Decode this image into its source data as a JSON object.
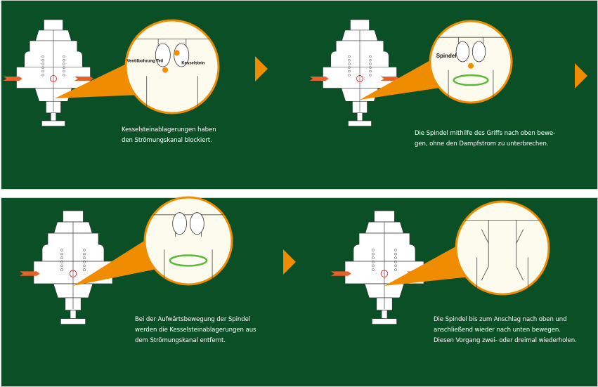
{
  "colors": {
    "background": "#0b4f27",
    "accent": "#f08c00",
    "flow": "#e8602c",
    "ring": "#5db83a",
    "lens": "#fdfbee"
  },
  "steps": [
    {
      "labels": [
        "Ventilbohrung Teil",
        "Kesselstein"
      ],
      "caption": [
        "Kesselsteinablagerungen haben",
        "den Strömungskanal blockiert."
      ]
    },
    {
      "labels": [
        "Spindel"
      ],
      "caption": [
        "Die Spindel mithilfe des Griffs nach oben bewe-",
        "gen, ohne den Dampfstrom zu unterbrechen."
      ]
    },
    {
      "labels": [],
      "caption": [
        "Bei der Aufwärtsbewegung der Spindel",
        "werden die Kesselsteinablagerungen aus",
        "dem Strömungskanal entfernt."
      ]
    },
    {
      "labels": [],
      "caption": [
        "Die Spindel bis zum Anschlag nach oben und",
        "anschließend wieder nach unten bewegen.",
        "Diesen Vorgang zwei- oder dreimal wiederholen."
      ]
    }
  ]
}
